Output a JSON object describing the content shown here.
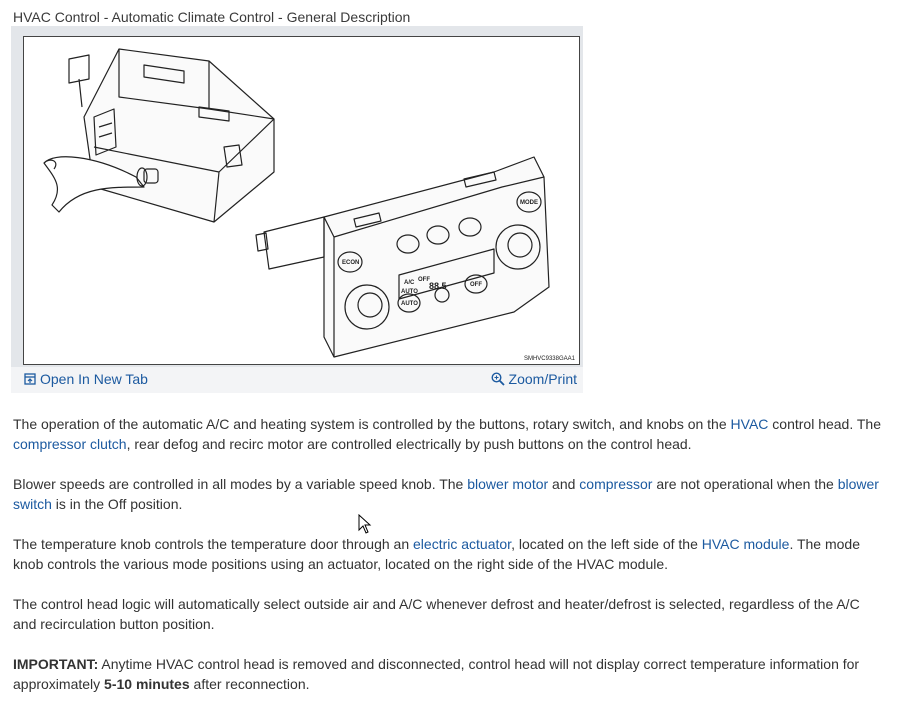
{
  "title": "HVAC Control - Automatic Climate Control - General Description",
  "figure": {
    "code": "SMHVC9338GAA1",
    "open_new_tab": "Open In New Tab",
    "zoom_print": "Zoom/Print",
    "panel_labels": {
      "econ": "ECON",
      "auto_left": "AUTO",
      "off": "OFF",
      "mode": "MODE",
      "display_ac": "A/C",
      "display_off": "OFF",
      "display_auto": "AUTO",
      "display_temp": "88.5"
    }
  },
  "paragraphs": {
    "p1": {
      "t1": "The operation of the automatic A/C and heating system is controlled by the buttons, rotary switch, and knobs on the ",
      "l1": "HVAC",
      "t2": " control head. The",
      "l2": "compressor clutch",
      "t3": ", rear defog and recirc motor are controlled electrically by push buttons on the control head."
    },
    "p2": {
      "t1": "Blower speeds are controlled in all modes by a variable speed knob. The ",
      "l1": "blower motor",
      "t2": " and ",
      "l2": "compressor",
      "t3": " are not operational when the ",
      "l3": "blower",
      "l4": "switch",
      "t4": " is in the Off position."
    },
    "p3": {
      "t1": "The temperature knob controls the temperature door through an ",
      "l1": "electric actuator",
      "t2": ", located on the left side of the ",
      "l2": "HVAC module",
      "t3": ". The mode",
      "t4": "knob controls the various mode positions using an actuator, located on the right side of the HVAC module."
    },
    "p4": {
      "line1": "The control head logic will automatically select outside air and A/C whenever defrost and heater/defrost is selected, regardless of the A/C",
      "line2": "and recirculation button position."
    },
    "p5": {
      "label": "IMPORTANT:",
      "t1": " Anytime HVAC control head is removed and disconnected, control head will not display correct temperature information for",
      "t2": "approximately ",
      "bold": "5-10 minutes",
      "t3": " after reconnection."
    }
  },
  "colors": {
    "link": "#1c5aa0",
    "toolbar_bg": "#f3f4f6",
    "frame_bg": "#e3e6ea"
  }
}
